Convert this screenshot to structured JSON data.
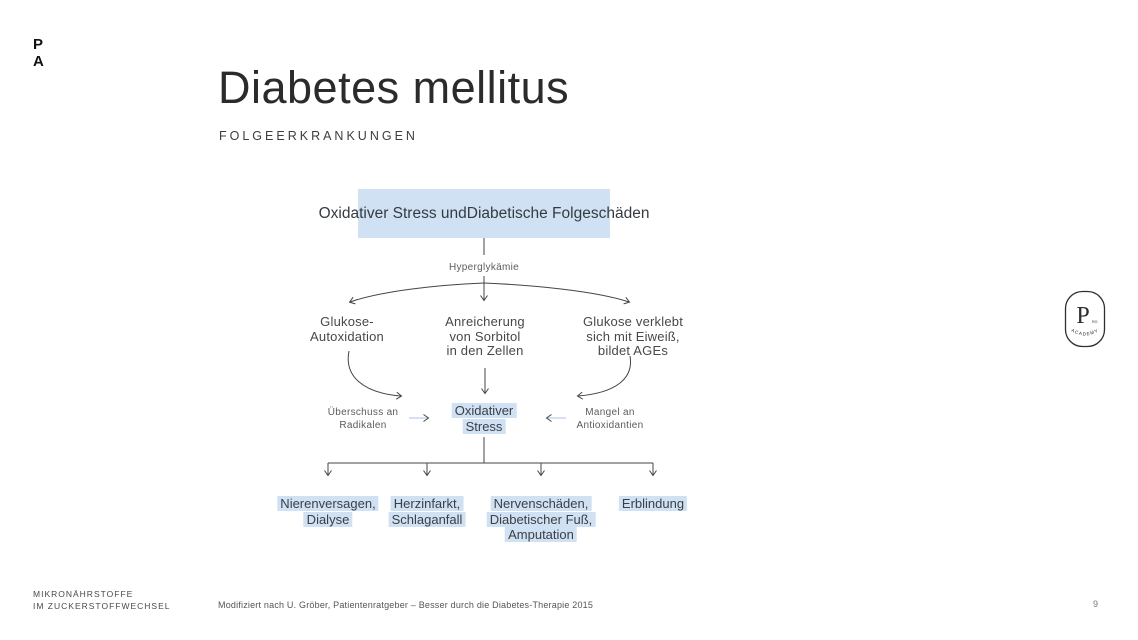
{
  "logo": {
    "line1": "P",
    "line2": "A"
  },
  "header": {
    "title": "Diabetes mellitus",
    "subtitle": "FOLGEERKRANKUNGEN"
  },
  "diagram": {
    "root_lines": [
      "Oxidativer Stress und",
      "Diabetische Folgeschäden"
    ],
    "trigger_label": "Hyperglykämie",
    "branch_left_lines": [
      "Glukose-",
      "Autoxidation"
    ],
    "branch_mid_lines": [
      "Anreicherung",
      "von Sorbitol",
      "in den Zellen"
    ],
    "branch_right_lines": [
      "Glukose verklebt",
      "sich mit Eiweiß,",
      "bildet AGEs"
    ],
    "cause_left_lines": [
      "Überschuss an",
      "Radikalen"
    ],
    "center_lines": [
      "Oxidativer",
      "Stress"
    ],
    "cause_right_lines": [
      "Mangel an",
      "Antioxidantien"
    ],
    "outcome_1_lines": [
      "Nierenversagen,",
      "Dialyse"
    ],
    "outcome_2_lines": [
      "Herzinfarkt,",
      "Schlaganfall"
    ],
    "outcome_3_lines": [
      "Nervenschäden,",
      "Diabetischer Fuß,",
      "Amputation"
    ],
    "outcome_4_lines": [
      "Erblindung"
    ]
  },
  "badge": {
    "letter": "P",
    "superscript": "RO",
    "arc_text": "ACADEMY"
  },
  "footer": {
    "series_line1": "MIKRONÄHRSTOFFE",
    "series_line2": "IM ZUCKERSTOFFWECHSEL",
    "source": "Modifiziert nach U. Gröber, Patientenratgeber – Besser durch die Diabetes-Therapie 2015",
    "page_number": "9"
  },
  "colors": {
    "highlight": "#cfe1f3",
    "arrow_blue": "#b9cfe9",
    "line_dark": "#454545"
  }
}
